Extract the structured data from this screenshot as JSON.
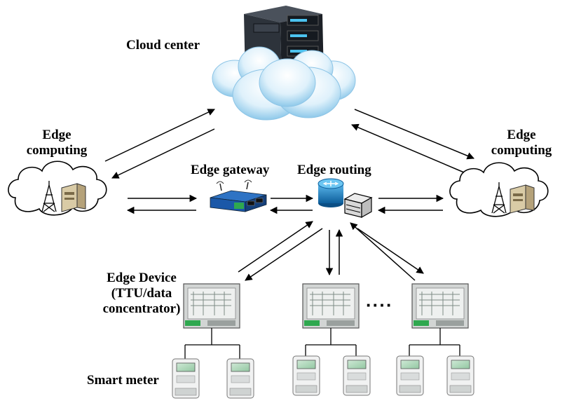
{
  "labels": {
    "cloud_center": "Cloud center",
    "edge_computing_left": {
      "line1": "Edge",
      "line2": "computing"
    },
    "edge_computing_right": {
      "line1": "Edge",
      "line2": "computing"
    },
    "edge_gateway": "Edge gateway",
    "edge_routing": "Edge routing",
    "edge_device": {
      "line1": "Edge Device",
      "line2": "(TTU/data",
      "line3": "concentrator)"
    },
    "smart_meter": "Smart meter",
    "ellipsis": "····"
  },
  "icons": {
    "server": "server-rack-icon",
    "cloud": "cloud-icon",
    "tower": "radio-tower-icon",
    "pc": "desktop-computer-icon",
    "gateway": "edge-gateway-device-icon",
    "router": "router-icon",
    "switch": "network-switch-icon",
    "concentrator": "data-concentrator-photo-icon",
    "meter": "smart-meter-icon"
  },
  "colors": {
    "cloud_fill": "#dff1fb",
    "cloud_shade": "#9fd2ee",
    "server_body": "#2a2f36",
    "server_led": "#4cc3ef",
    "router_blue": "#1d86c8",
    "gateway_blue": "#1b58a8",
    "gateway_green": "#2fa84f",
    "arrow": "#000000"
  }
}
